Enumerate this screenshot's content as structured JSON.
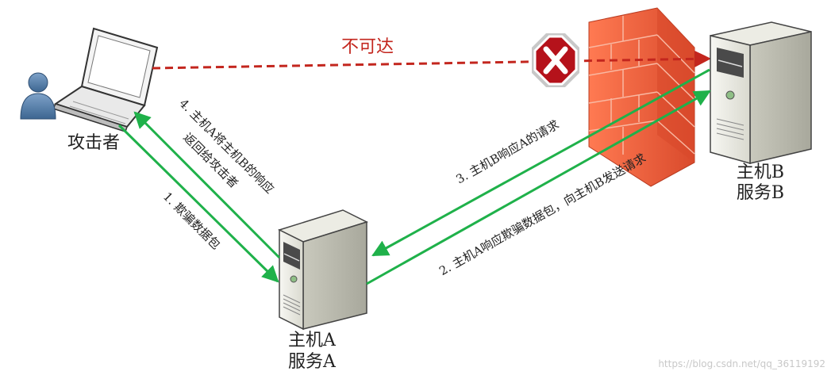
{
  "nodes": {
    "attacker": {
      "label": "攻击者"
    },
    "host_a": {
      "label_line1": "主机A",
      "label_line2": "服务A"
    },
    "host_b": {
      "label_line1": "主机B",
      "label_line2": "服务B"
    }
  },
  "edges": {
    "unreachable": {
      "label": "不可达"
    },
    "step1": {
      "label": "1. 欺骗数据包"
    },
    "step2": {
      "label": "2. 主机A响应欺骗数据包，向主机B发送请求"
    },
    "step3": {
      "label": "3. 主机B响应A的请求"
    },
    "step4": {
      "label_line1": "4. 主机A将主机B的响应",
      "label_line2": "返回给攻击者"
    }
  },
  "watermark": "https://blog.csdn.net/qq_36119192",
  "colors": {
    "green_arrow": "#1fb14a",
    "red_dashed": "#c3261e",
    "firewall": "#f05a3a",
    "block_icon": "#b5121b"
  },
  "icons": [
    "laptop-icon",
    "user-icon",
    "server-icon",
    "firewall-icon",
    "block-x-icon"
  ]
}
